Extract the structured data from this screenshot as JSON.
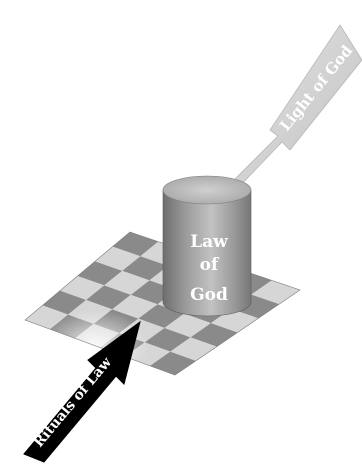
{
  "diagram": {
    "arrow_top_label": "Light of God",
    "arrow_bottom_label": "Rituals of Law",
    "cylinder_label_lines": [
      "Law",
      "of",
      "God"
    ]
  },
  "colors": {
    "background": "#ffffff",
    "checker_dark": "#8a8a8a",
    "checker_light": "#d6d6d6",
    "cylinder_dark": "#6e6e6e",
    "cylinder_light": "#bdbdbd",
    "light_arrow_fill": "#d9d9d9",
    "dark_arrow_fill": "#000000",
    "text_light": "#ffffff"
  }
}
